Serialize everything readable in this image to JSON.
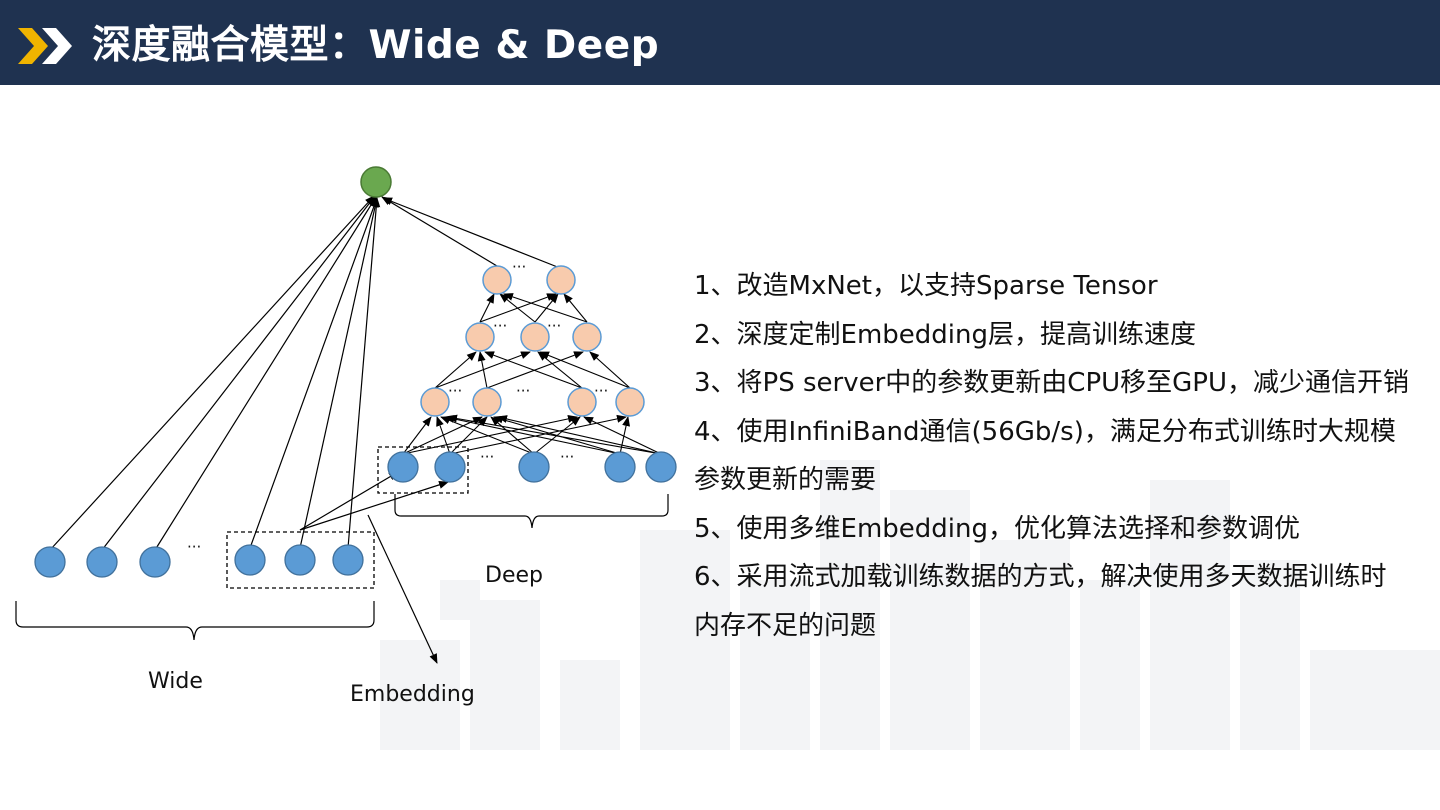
{
  "header": {
    "title": "深度融合模型：Wide & Deep",
    "accent_color": "#f0b400",
    "background_color": "#1f3250",
    "icon": "chevron-double-right-icon"
  },
  "diagram": {
    "labels": {
      "wide": "Wide",
      "deep": "Deep",
      "embedding": "Embedding",
      "ellipsis": "···"
    },
    "colors": {
      "output_node": "#6aa84f",
      "hidden_node": "#f8cbad",
      "input_node": "#5b9bd5"
    }
  },
  "points": [
    "1、改造MxNet，以支持Sparse Tensor",
    "2、深度定制Embedding层，提高训练速度",
    "3、将PS server中的参数更新由CPU移至GPU，减少通信开销",
    "4、使用InfiniBand通信(56Gb/s)，满足分布式训练时大规模",
    "参数更新的需要",
    "5、使用多维Embedding，优化算法选择和参数调优",
    "6、采用流式加载训练数据的方式，解决使用多天数据训练时",
    "内存不足的问题"
  ]
}
